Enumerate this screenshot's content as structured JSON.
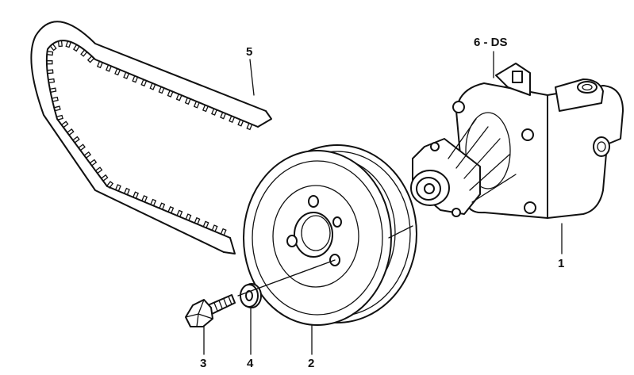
{
  "callouts": {
    "part_1": "1",
    "part_2": "2",
    "part_3": "3",
    "part_4": "4",
    "part_5": "5",
    "part_6": "6 - DS"
  },
  "icons": [
    "v-belt",
    "pulley",
    "hex-bolt",
    "washer",
    "power-steering-pump"
  ],
  "colors": {
    "ink": "#111111",
    "background": "#ffffff"
  }
}
